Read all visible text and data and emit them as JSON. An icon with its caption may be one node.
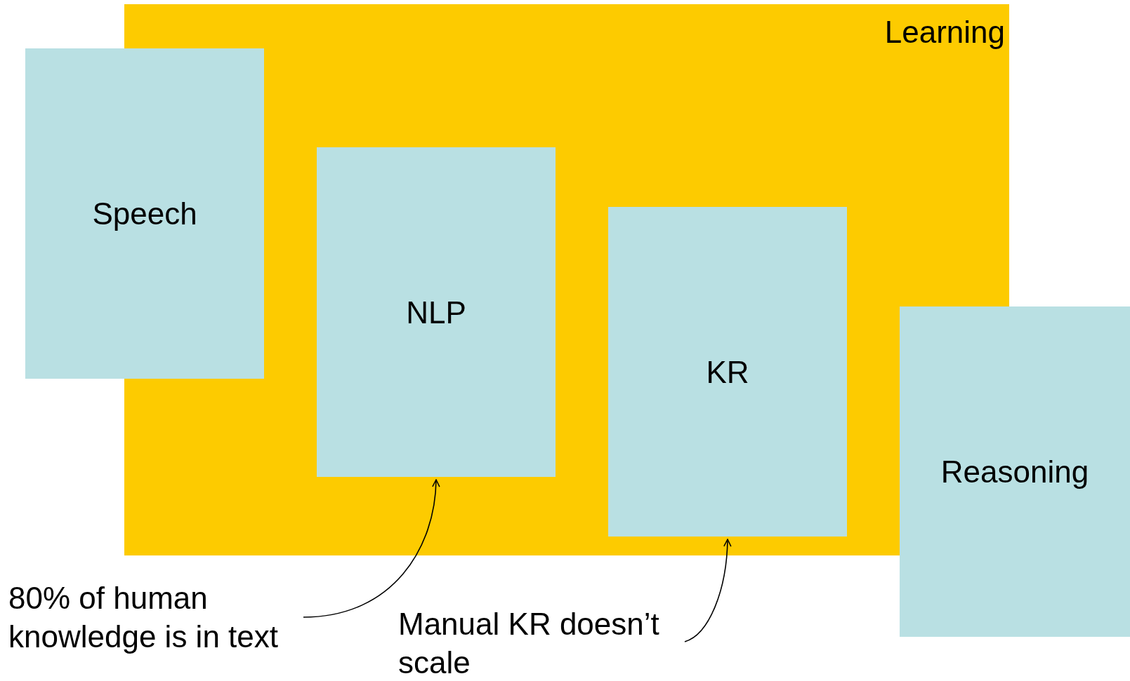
{
  "diagram": {
    "nodes": [
      {
        "text": [
          "Learning"
        ]
      },
      {
        "text": [
          "Speech"
        ]
      },
      {
        "text": [
          "NLP"
        ],
        "in": 0
      },
      {
        "text": [
          "KR"
        ],
        "in": 0
      },
      {
        "text": [
          "Reasoning"
        ]
      },
      {
        "text": [
          "80% of human knowledge is in text"
        ]
      },
      {
        "text": [
          "Manual KR doesn’t scale"
        ]
      }
    ],
    "edges": [
      {
        "from": 5,
        "to": 2,
        "arrow": "to"
      },
      {
        "from": 6,
        "to": 3,
        "arrow": "to"
      }
    ]
  }
}
